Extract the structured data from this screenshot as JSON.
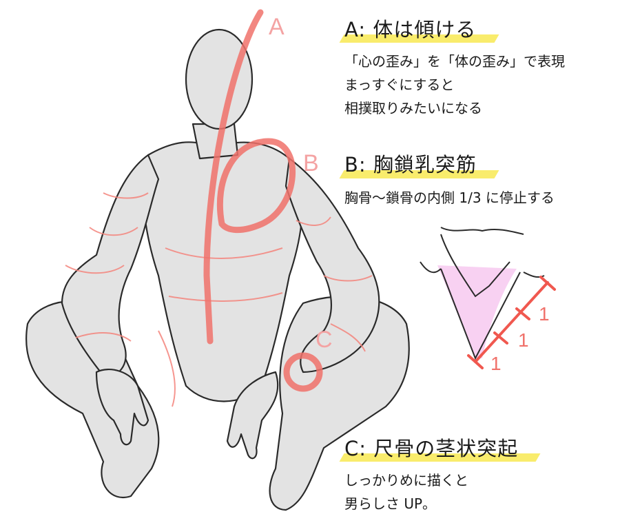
{
  "sections": [
    {
      "title": "A: 体は傾ける",
      "lines": [
        "「心の歪み」を「体の歪み」で表現",
        "まっすぐにすると",
        "相撲取りみたいになる"
      ]
    },
    {
      "title": "B: 胸鎖乳突筋",
      "lines": [
        "胸骨～鎖骨の内側 1/3 に停止する"
      ]
    },
    {
      "title": "C: 尺骨の茎状突起",
      "lines": [
        "しっかりめに描くと",
        "男らしさ UP。"
      ]
    }
  ],
  "markers": {
    "a": "A",
    "b": "B",
    "c": "C"
  },
  "inset_ratio": [
    "1",
    "1",
    "1"
  ],
  "colors": {
    "highlight": "#f8ea5c",
    "annotation": "#f0726b",
    "skin": "#e3e3e3",
    "muscle": "#f6c6ef"
  }
}
